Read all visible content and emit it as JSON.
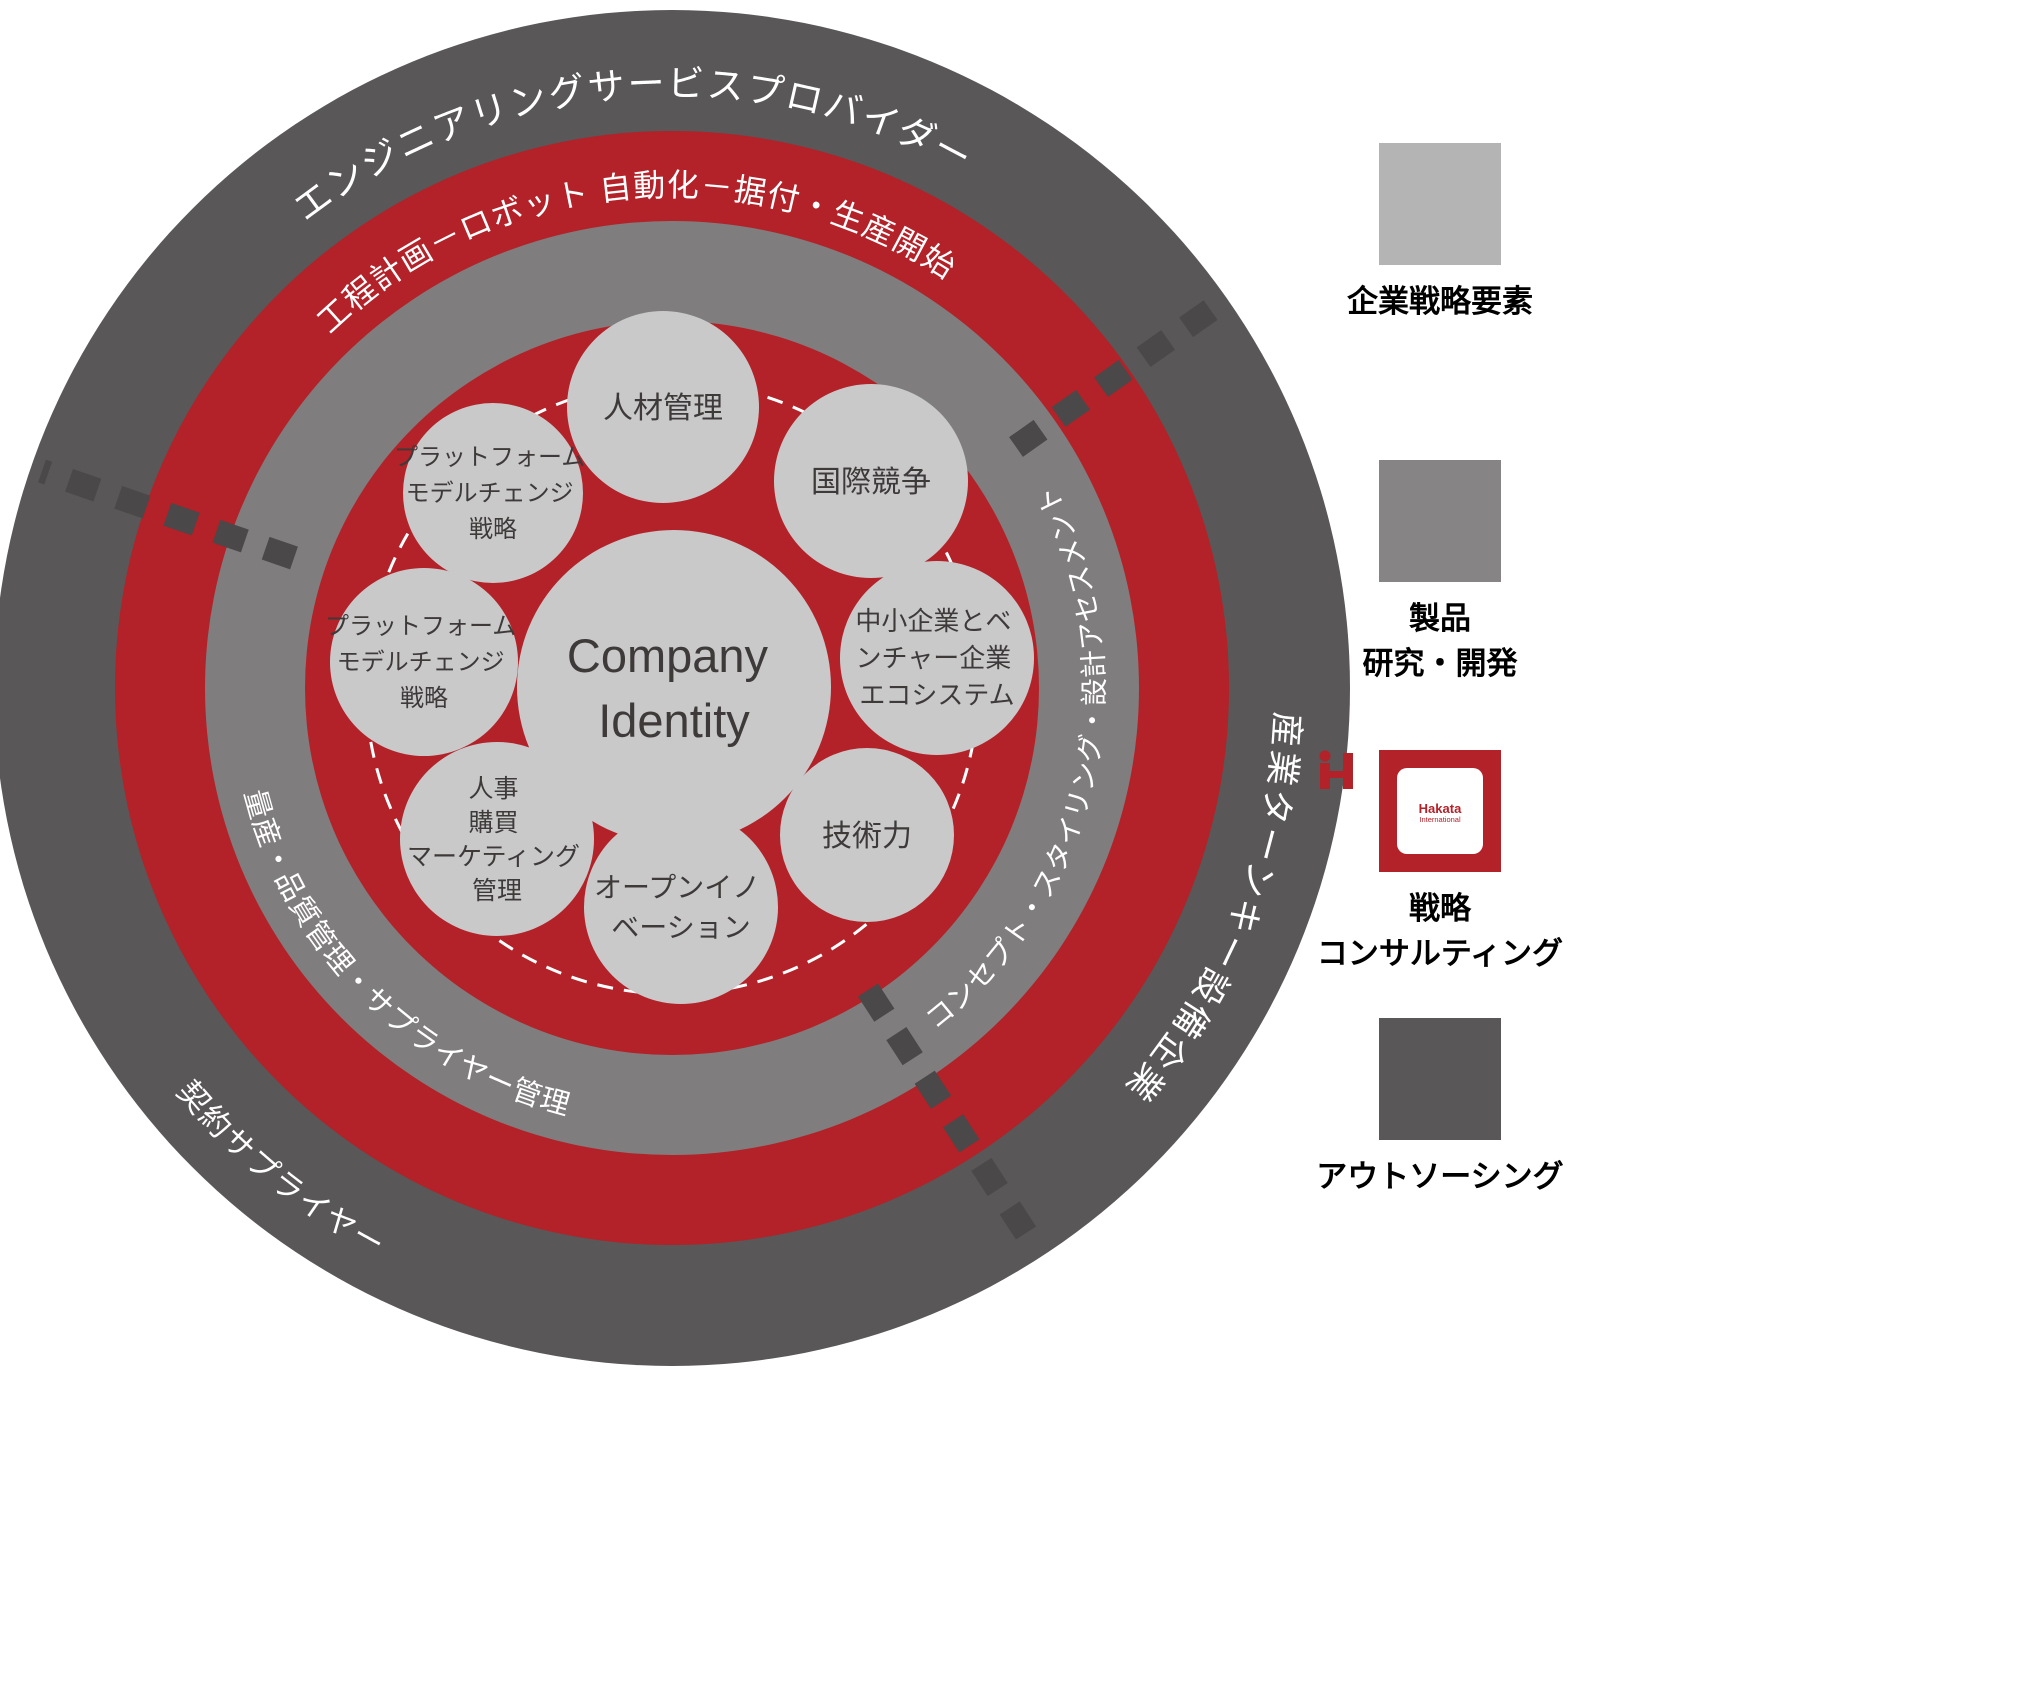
{
  "diagram": {
    "center_node": {
      "lines": [
        "Company",
        "Identity"
      ]
    },
    "ring_labels": {
      "outer_top": "エンジニアリングサービスプロバイダー",
      "outer_right": "産業ターンキー設備企業",
      "outer_bottom_left": "契約サプライヤー",
      "red_top": "工程計画－ロボット 自動化－据付・生産開始",
      "gray_right": "コンセプト・スタイリング・設計アセスメント",
      "gray_bottom_left": "量産・品質管理・サプライヤー管理"
    },
    "nodes": [
      {
        "id": "talent-management",
        "lines": [
          "人材管理"
        ]
      },
      {
        "id": "global-competition",
        "lines": [
          "国際競争"
        ]
      },
      {
        "id": "sme-venture-ecosystem",
        "lines": [
          "中小企業とベ",
          "ンチャー企業",
          "エコシステム"
        ]
      },
      {
        "id": "technology-capability",
        "lines": [
          "技術力"
        ]
      },
      {
        "id": "open-innovation",
        "lines": [
          "オープンイノ",
          "ベーション"
        ]
      },
      {
        "id": "hr-procurement-marketing",
        "lines": [
          "人事",
          "購買",
          "マーケティング",
          "管理"
        ]
      },
      {
        "id": "platform-model-change-left",
        "lines": [
          "プラットフォーム",
          "モデルチェンジ",
          "戦略"
        ]
      },
      {
        "id": "platform-model-change-upper-left",
        "lines": [
          "プラットフォーム",
          "モデルチェンジ",
          "戦略"
        ]
      }
    ]
  },
  "legend": {
    "items": [
      {
        "id": "corporate-strategy-elements",
        "lines": [
          "企業戦略要素"
        ],
        "swatch": "#b4b4b5"
      },
      {
        "id": "product-rnd",
        "lines": [
          "製品",
          "研究・開発"
        ],
        "swatch": "#868485"
      },
      {
        "id": "strategy-consulting",
        "lines": [
          "戦略",
          "コンサルティング"
        ],
        "swatch": "#b32129"
      },
      {
        "id": "outsourcing",
        "lines": [
          "アウトソーシング"
        ],
        "swatch": "#595757"
      }
    ],
    "logo": {
      "name": "Hakata",
      "sub": "International"
    }
  },
  "colors": {
    "outer_ring": "#595757",
    "red": "#b32129",
    "mid_ring": "#7f7d7d",
    "node_fill": "#c9c9ca",
    "node_text": "#3e3a39",
    "ring_text": "#ffffff",
    "divider_dash": "#4a4848",
    "legend_light_gray": "#b4b4b5",
    "legend_mid_gray": "#868485",
    "legend_dark_gray": "#595757"
  }
}
